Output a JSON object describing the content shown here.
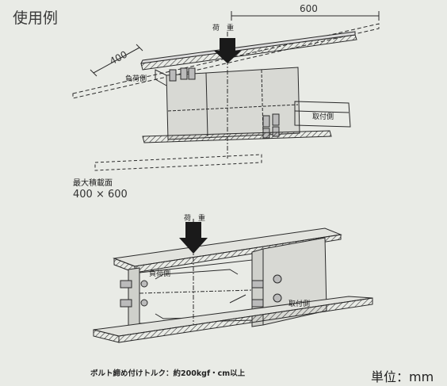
{
  "title": "使用例",
  "top_view": {
    "load_label": "荷　重",
    "dim_width": "600",
    "dim_depth": "400",
    "load_side_label": "負荷側",
    "mount_side_label": "取付側"
  },
  "area": {
    "label": "最大積載面",
    "value": "400 × 600"
  },
  "bottom_view": {
    "load_label": "荷　重",
    "load_side_label": "負荷側",
    "mount_side_label": "取付側"
  },
  "torque_note": "ボルト締め付けトルク：約200kgf・cm以上",
  "unit": "単位：mm",
  "colors": {
    "background": "#e9ebe6",
    "line": "#2a2a2a",
    "arrow": "#1a1a1a"
  }
}
